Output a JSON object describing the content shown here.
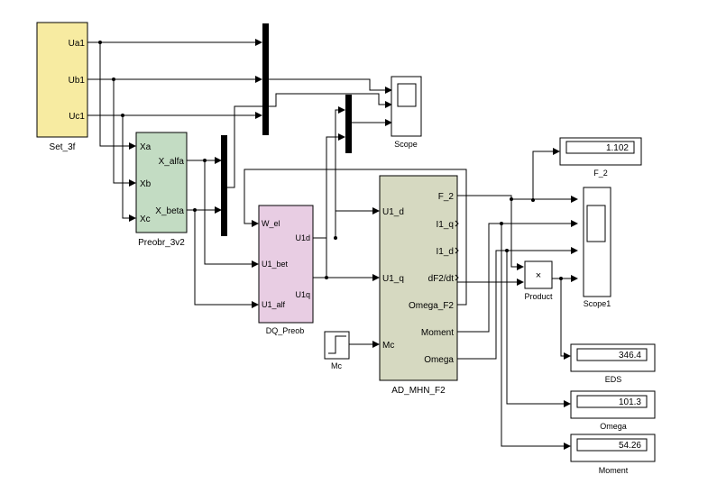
{
  "blocks": {
    "set3f": {
      "name": "Set_3f",
      "ports": [
        "Ua1",
        "Ub1",
        "Uc1"
      ],
      "color": "#f7eba1"
    },
    "preobr": {
      "name": "Preobr_3v2",
      "in_ports": [
        "Xa",
        "Xb",
        "Xc"
      ],
      "out_ports": [
        "X_alfa",
        "X_beta"
      ],
      "color": "#c3dcc3"
    },
    "dq": {
      "name": "DQ_Preob",
      "in_ports": [
        "W_el",
        "U1_bet",
        "U1_alf"
      ],
      "out_ports": [
        "U1d",
        "U1q"
      ],
      "color": "#e8cde3"
    },
    "ad": {
      "name": "AD_MHN_F2",
      "in_ports": [
        "U1_d",
        "U1_q",
        "Mc"
      ],
      "out_ports": [
        "F_2",
        "I1_q",
        "I1_d",
        "dF2/dt",
        "Omega_F2",
        "Moment",
        "Omega"
      ],
      "color": "#d6d9c1"
    },
    "mc": {
      "name": "Mc"
    },
    "scope": {
      "name": "Scope"
    },
    "scope1": {
      "name": "Scope1"
    },
    "product": {
      "name": "Product",
      "symbol": "×"
    },
    "f2_display": {
      "name": "F_2",
      "value": "1.102"
    },
    "eds_display": {
      "name": "EDS",
      "value": "346.4"
    },
    "omega_display": {
      "name": "Omega",
      "value": "101.3"
    },
    "moment_display": {
      "name": "Moment",
      "value": "54.26"
    }
  }
}
